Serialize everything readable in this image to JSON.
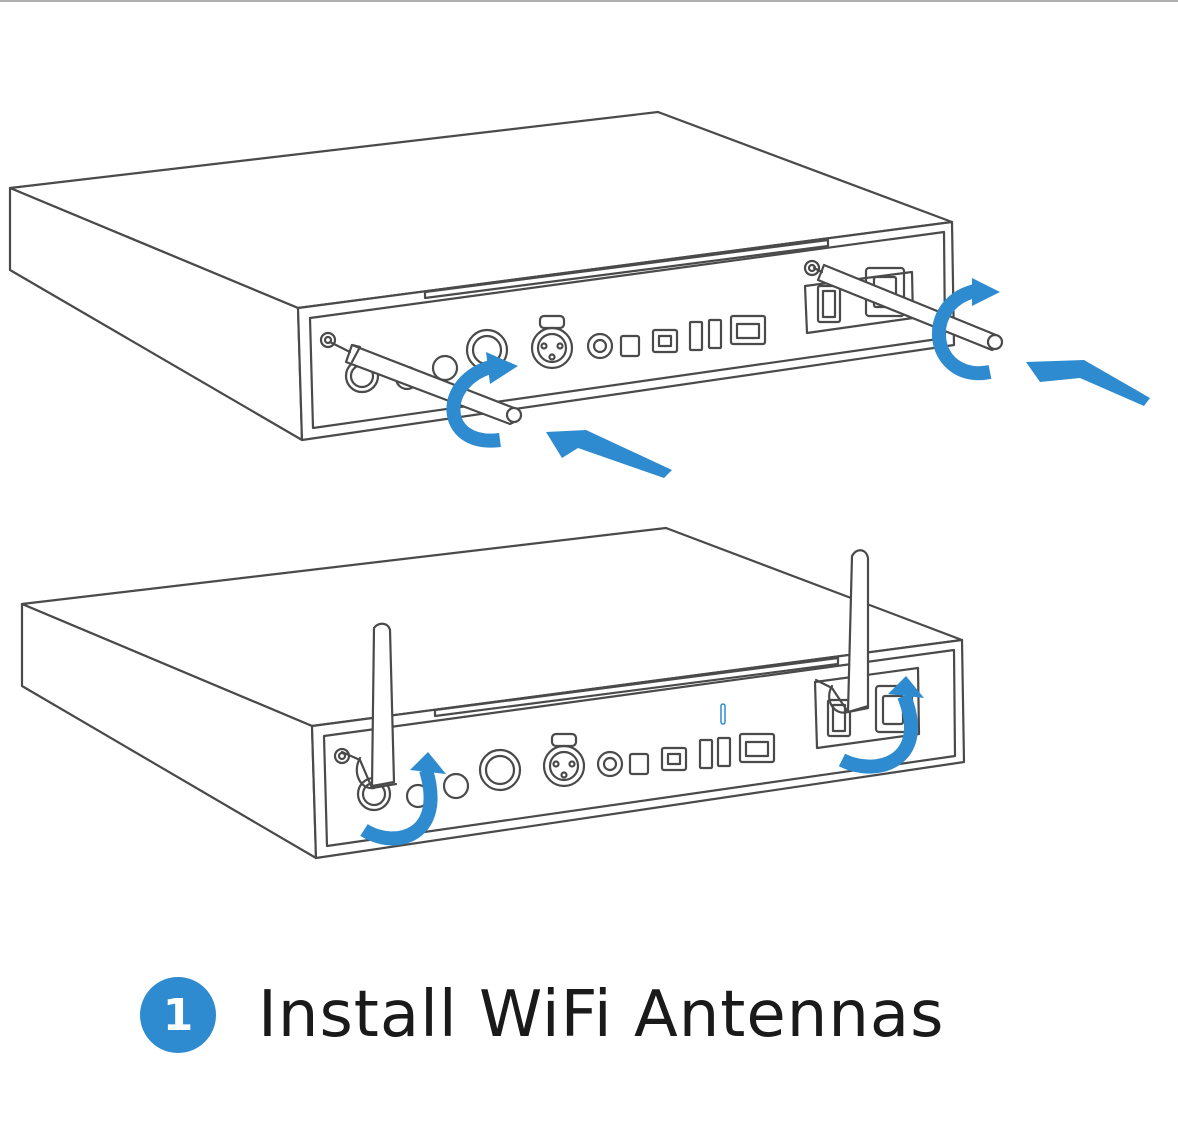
{
  "step": {
    "number": "1",
    "title": "Install WiFi Antennas"
  },
  "colors": {
    "accent": "#2e8bd0",
    "line": "#4a4a4a",
    "badge": "#2e8bd0"
  },
  "illustrations": [
    {
      "name": "unit-before",
      "antennas": "straight-screwing-in"
    },
    {
      "name": "unit-after",
      "antennas": "upright-rotated"
    }
  ]
}
